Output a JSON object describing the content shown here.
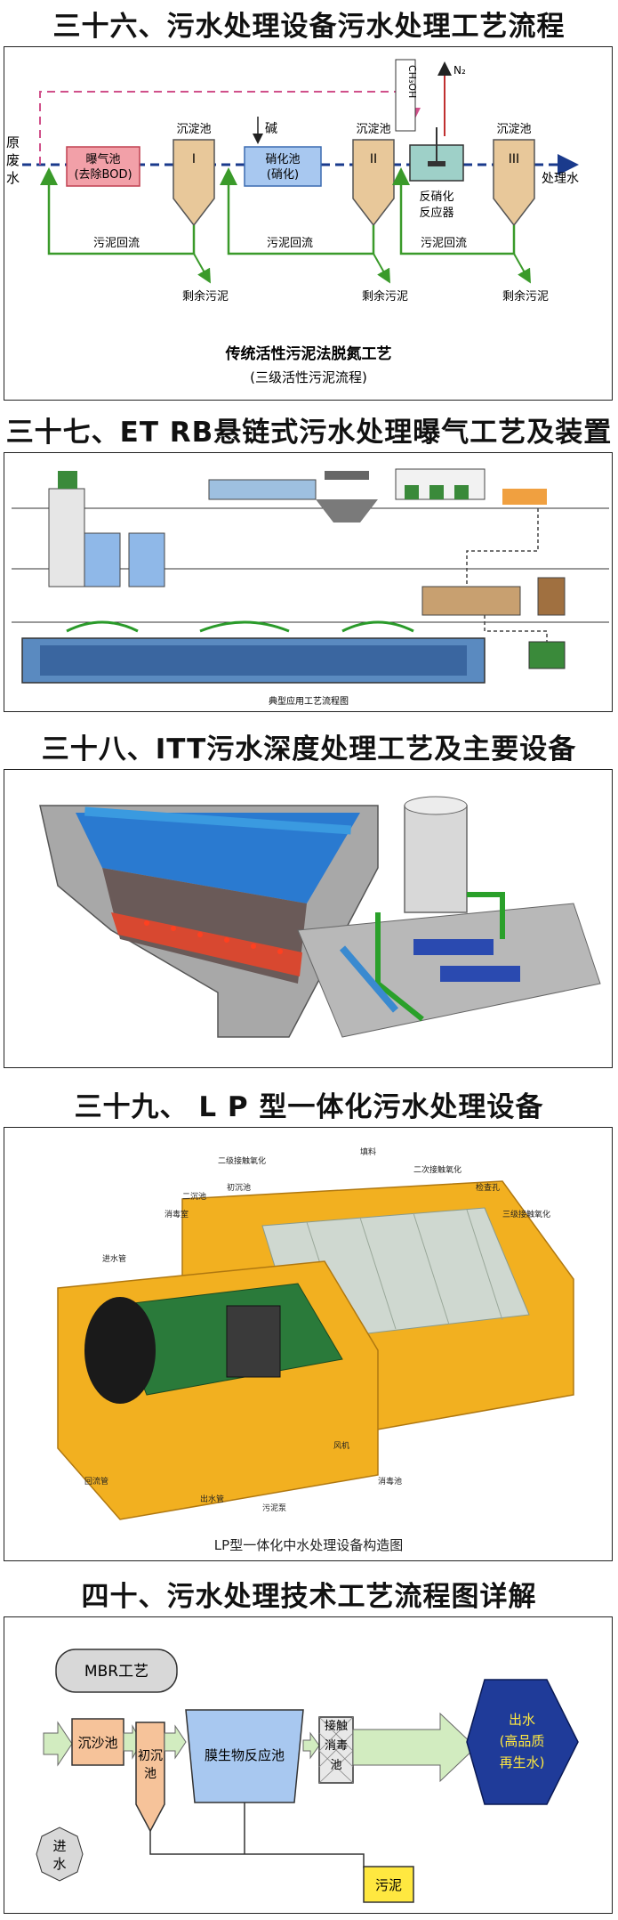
{
  "sections": [
    {
      "title": "三十六、污水处理设备污水处理工艺流程",
      "diagram": {
        "raw_water": [
          "原",
          "废",
          "水"
        ],
        "aeration_tank": [
          "曝气池",
          "(去除BOD)"
        ],
        "settling_label": "沉淀池",
        "tank_numerals": [
          "I",
          "II",
          "III"
        ],
        "alkali": "碱",
        "nitrification_tank": [
          "硝化池",
          "(硝化)"
        ],
        "methanol": "CH₃OH",
        "nitrogen": "N₂",
        "denitrification_reactor": [
          "反硝化",
          "反应器"
        ],
        "treated_water": "处理水",
        "sludge_return": "污泥回流",
        "excess_sludge": "剩余污泥",
        "caption": [
          "传统活性污泥法脱氮工艺",
          "(三级活性污泥流程)"
        ]
      }
    },
    {
      "title": "三十七、ET RB悬链式污水处理曝气工艺及装置",
      "diagram": {
        "caption": "典型应用工艺流程图"
      }
    },
    {
      "title": "三十八、ITT污水深度处理工艺及主要设备"
    },
    {
      "title": "三十九、 L P 型一体化污水处理设备",
      "diagram": {
        "caption": "LP型一体化中水处理设备构造图",
        "labels": [
          "二级接触氧化",
          "填料",
          "二次接触氧化",
          "初沉池",
          "二沉池",
          "消毒室",
          "检查孔",
          "三级接触氧化",
          "进水管",
          "回流管",
          "出水管",
          "污泥泵",
          "风机",
          "消毒池"
        ]
      }
    },
    {
      "title": "四十、污水处理技术工艺流程图详解",
      "diagram": {
        "mbr": "MBR工艺",
        "grit_chamber": "沉沙池",
        "primary_tank": [
          "初沉",
          "池"
        ],
        "membrane_reactor": "膜生物反应池",
        "disinfection": [
          "接触",
          "消毒",
          "池"
        ],
        "outlet": [
          "出水",
          "(高品质",
          "再生水)"
        ],
        "inlet": [
          "进",
          "水"
        ],
        "sludge": "污泥"
      }
    }
  ],
  "colors": {
    "pipe_blue": "#1a3a8c",
    "return_green": "#3a9a2a",
    "dash_pink": "#d0508a",
    "tank_tan": "#e8c89a",
    "aeration_red": "#f2a0a8",
    "nitrif_blue": "#a8c8f0",
    "outlet_blue": "#1f3b99",
    "arrow_green": "#d2ecc0",
    "sludge_yellow": "#ffe840",
    "primary_orange": "#f6c39a"
  }
}
